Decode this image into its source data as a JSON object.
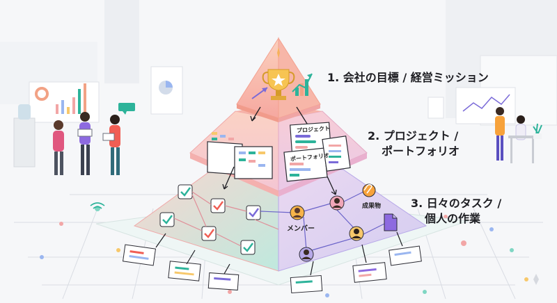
{
  "levels": [
    {
      "text": "1. 会社の目標 / 経営ミッション"
    },
    {
      "line1": "2. プロジェクト /",
      "line2": "ポートフォリオ"
    },
    {
      "line1": "3. 日々のタスク /",
      "line2": "個人の作業"
    }
  ],
  "tags": {
    "project": "プロジェクト",
    "portfolio": "ポートフォリオ",
    "deliverable": "成果物",
    "member": "メンバー"
  },
  "colors": {
    "tier1": "#f7b9a6",
    "tier2": "#f6c9d6",
    "tier3_left": "#bfe6dc",
    "tier3_right": "#d9d2f2",
    "task_check": "#2db39a",
    "accent_purple": "#7a6ad8"
  }
}
